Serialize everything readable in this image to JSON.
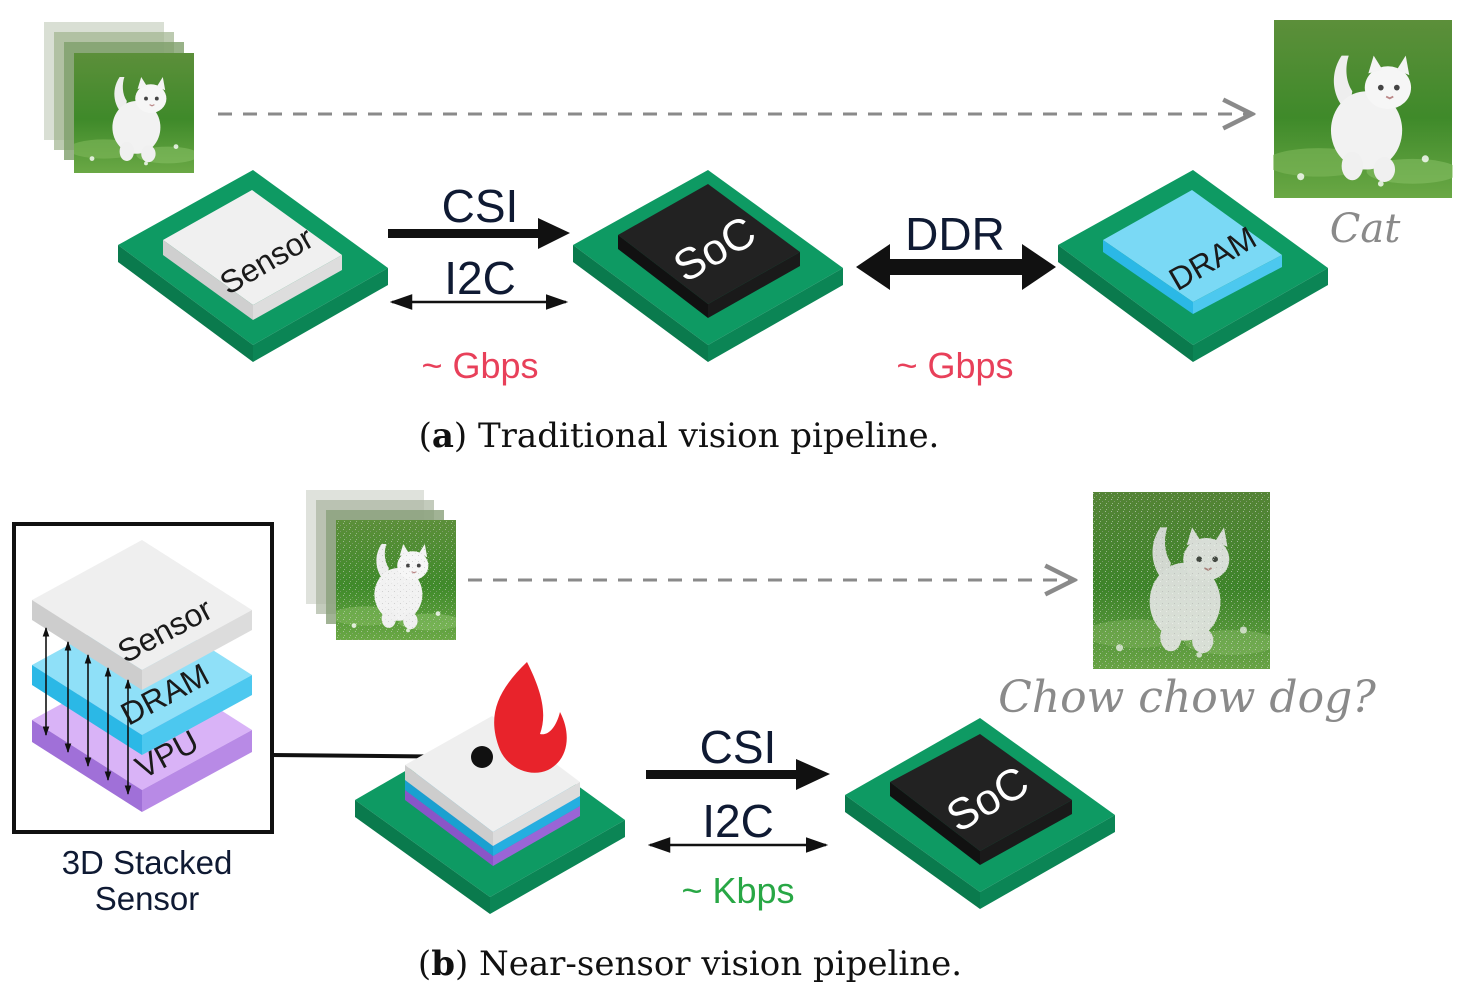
{
  "panel_a": {
    "caption_letter": "a",
    "caption_text": " Traditional vision pipeline.",
    "bus_left_top": "CSI",
    "bus_left_bottom": "I2C",
    "bus_right": "DDR",
    "rate_left": "~ Gbps",
    "rate_right": "~ Gbps",
    "chip_sensor": "Sensor",
    "chip_soc": "SoC",
    "chip_dram": "DRAM",
    "prediction": "Cat"
  },
  "panel_b": {
    "caption_letter": "b",
    "caption_text": " Near-sensor vision pipeline.",
    "bus_top": "CSI",
    "bus_bottom": "I2C",
    "rate": "~ Kbps",
    "stack_sensor": "Sensor",
    "stack_dram": "DRAM",
    "stack_vpu": "VPU",
    "stack_caption_line1": "3D Stacked",
    "stack_caption_line2": "Sensor",
    "chip_soc": "SoC",
    "prediction": "Chow chow dog?"
  },
  "colors": {
    "pcb_green": "#0e9a63",
    "sensor_gray": "#efefef",
    "soc_black": "#222222",
    "dram_blue": "#7ad9f5",
    "vpu_purple": "#c9a0f0",
    "rate_red": "#e8405a",
    "rate_green": "#28a745",
    "flame_red": "#e8232b"
  }
}
